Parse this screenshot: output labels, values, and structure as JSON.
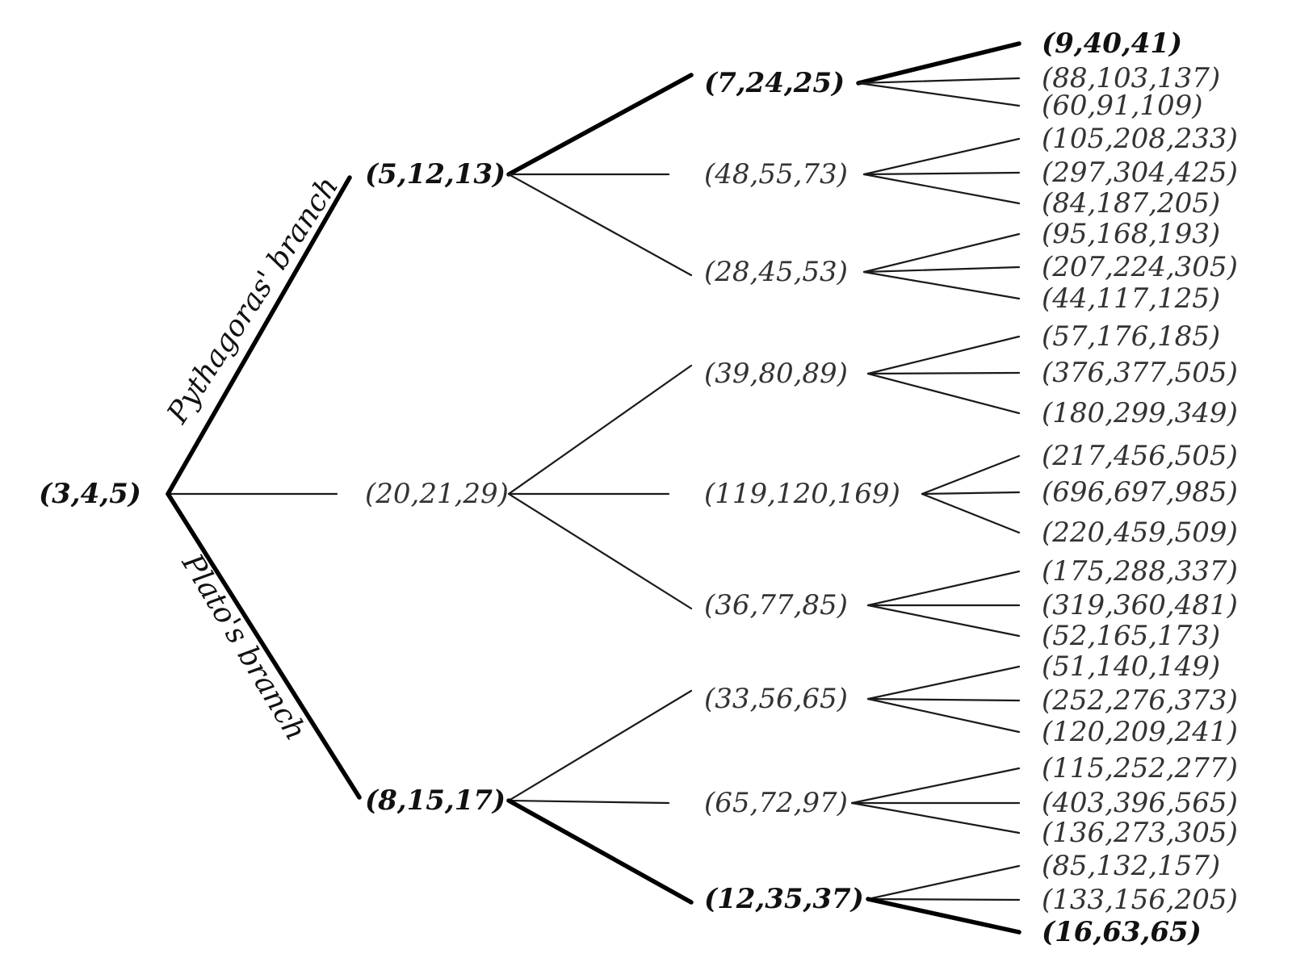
{
  "root": {
    "label": "(3,4,5)",
    "bold": true
  },
  "branch_labels": {
    "pythagoras": "Pythagoras' branch",
    "plato": "Plato's branch"
  },
  "level1": [
    {
      "label": "(5,12,13)",
      "bold": true
    },
    {
      "label": "(20,21,29)",
      "bold": false
    },
    {
      "label": "(8,15,17)",
      "bold": true
    }
  ],
  "level2": [
    {
      "label": "(7,24,25)",
      "bold": true
    },
    {
      "label": "(48,55,73)",
      "bold": false
    },
    {
      "label": "(28,45,53)",
      "bold": false
    },
    {
      "label": "(39,80,89)",
      "bold": false
    },
    {
      "label": "(119,120,169)",
      "bold": false
    },
    {
      "label": "(36,77,85)",
      "bold": false
    },
    {
      "label": "(33,56,65)",
      "bold": false
    },
    {
      "label": "(65,72,97)",
      "bold": false
    },
    {
      "label": "(12,35,37)",
      "bold": true
    }
  ],
  "level3": [
    {
      "label": "(9,40,41)",
      "bold": true
    },
    {
      "label": "(88,103,137)",
      "bold": false
    },
    {
      "label": "(60,91,109)",
      "bold": false
    },
    {
      "label": "(105,208,233)",
      "bold": false
    },
    {
      "label": "(297,304,425)",
      "bold": false
    },
    {
      "label": "(84,187,205)",
      "bold": false
    },
    {
      "label": "(95,168,193)",
      "bold": false
    },
    {
      "label": "(207,224,305)",
      "bold": false
    },
    {
      "label": "(44,117,125)",
      "bold": false
    },
    {
      "label": "(57,176,185)",
      "bold": false
    },
    {
      "label": "(376,377,505)",
      "bold": false
    },
    {
      "label": "(180,299,349)",
      "bold": false
    },
    {
      "label": "(217,456,505)",
      "bold": false
    },
    {
      "label": "(696,697,985)",
      "bold": false
    },
    {
      "label": "(220,459,509)",
      "bold": false
    },
    {
      "label": "(175,288,337)",
      "bold": false
    },
    {
      "label": "(319,360,481)",
      "bold": false
    },
    {
      "label": "(52,165,173)",
      "bold": false
    },
    {
      "label": "(51,140,149)",
      "bold": false
    },
    {
      "label": "(252,276,373)",
      "bold": false
    },
    {
      "label": "(120,209,241)",
      "bold": false
    },
    {
      "label": "(115,252,277)",
      "bold": false
    },
    {
      "label": "(403,396,565)",
      "bold": false
    },
    {
      "label": "(136,273,305)",
      "bold": false
    },
    {
      "label": "(85,132,157)",
      "bold": false
    },
    {
      "label": "(133,156,205)",
      "bold": false
    },
    {
      "label": "(16,63,65)",
      "bold": true
    }
  ],
  "thick_paths": [
    "root-0",
    "root-2",
    "1.0-2.0",
    "1.2-2.8",
    "2.0-3.0",
    "2.8-3.26"
  ]
}
